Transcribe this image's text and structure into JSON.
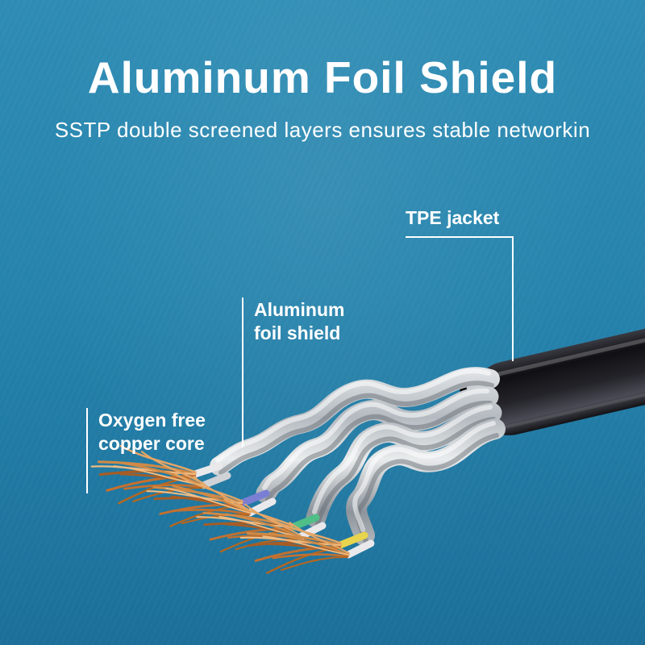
{
  "title": "Aluminum Foil Shield",
  "subtitle": "SSTP double screened layers ensures stable networkin",
  "callouts": {
    "tpe_jacket": {
      "label": "TPE jacket"
    },
    "aluminum_foil_shield": {
      "line1": "Aluminum",
      "line2": "foil shield"
    },
    "oxygen_free_copper_core": {
      "line1": "Oxygen free",
      "line2": "copper core"
    }
  },
  "colors": {
    "background_top": "#2e8cb4",
    "background_bottom": "#1b6f99",
    "text": "#ffffff",
    "cable_jacket": "#1a1a1f",
    "foil": "#d9dde0",
    "copper": "#c87f3f",
    "wire_colors": [
      "#e9e9ec",
      "#7b7fd4",
      "#4fbf87",
      "#e8d44d"
    ]
  }
}
